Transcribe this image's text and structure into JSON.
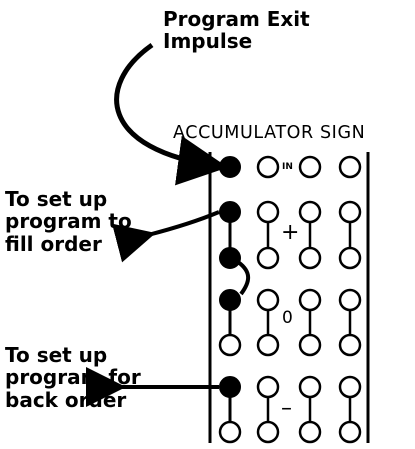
{
  "labels": {
    "top": "Program Exit\nImpulse",
    "title": "ACCUMULATOR SIGN",
    "fill": "To set up\nprogram to\nfill order",
    "back": "To set up\nprogram for\nback order",
    "in": "IN",
    "plus": "+",
    "zero": "0",
    "minus": "–"
  }
}
